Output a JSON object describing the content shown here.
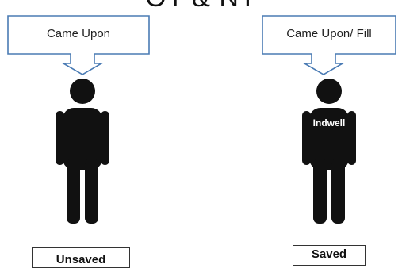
{
  "title": "OT & NT",
  "left": {
    "callout": "Came Upon",
    "chest_label": "",
    "status": "Unsaved"
  },
  "right": {
    "callout": "Came Upon/ Fill",
    "chest_label": "Indwell",
    "status": "Saved"
  },
  "colors": {
    "figure": "#111111",
    "callout_border": "#4a7bb4",
    "background": "#ffffff"
  }
}
